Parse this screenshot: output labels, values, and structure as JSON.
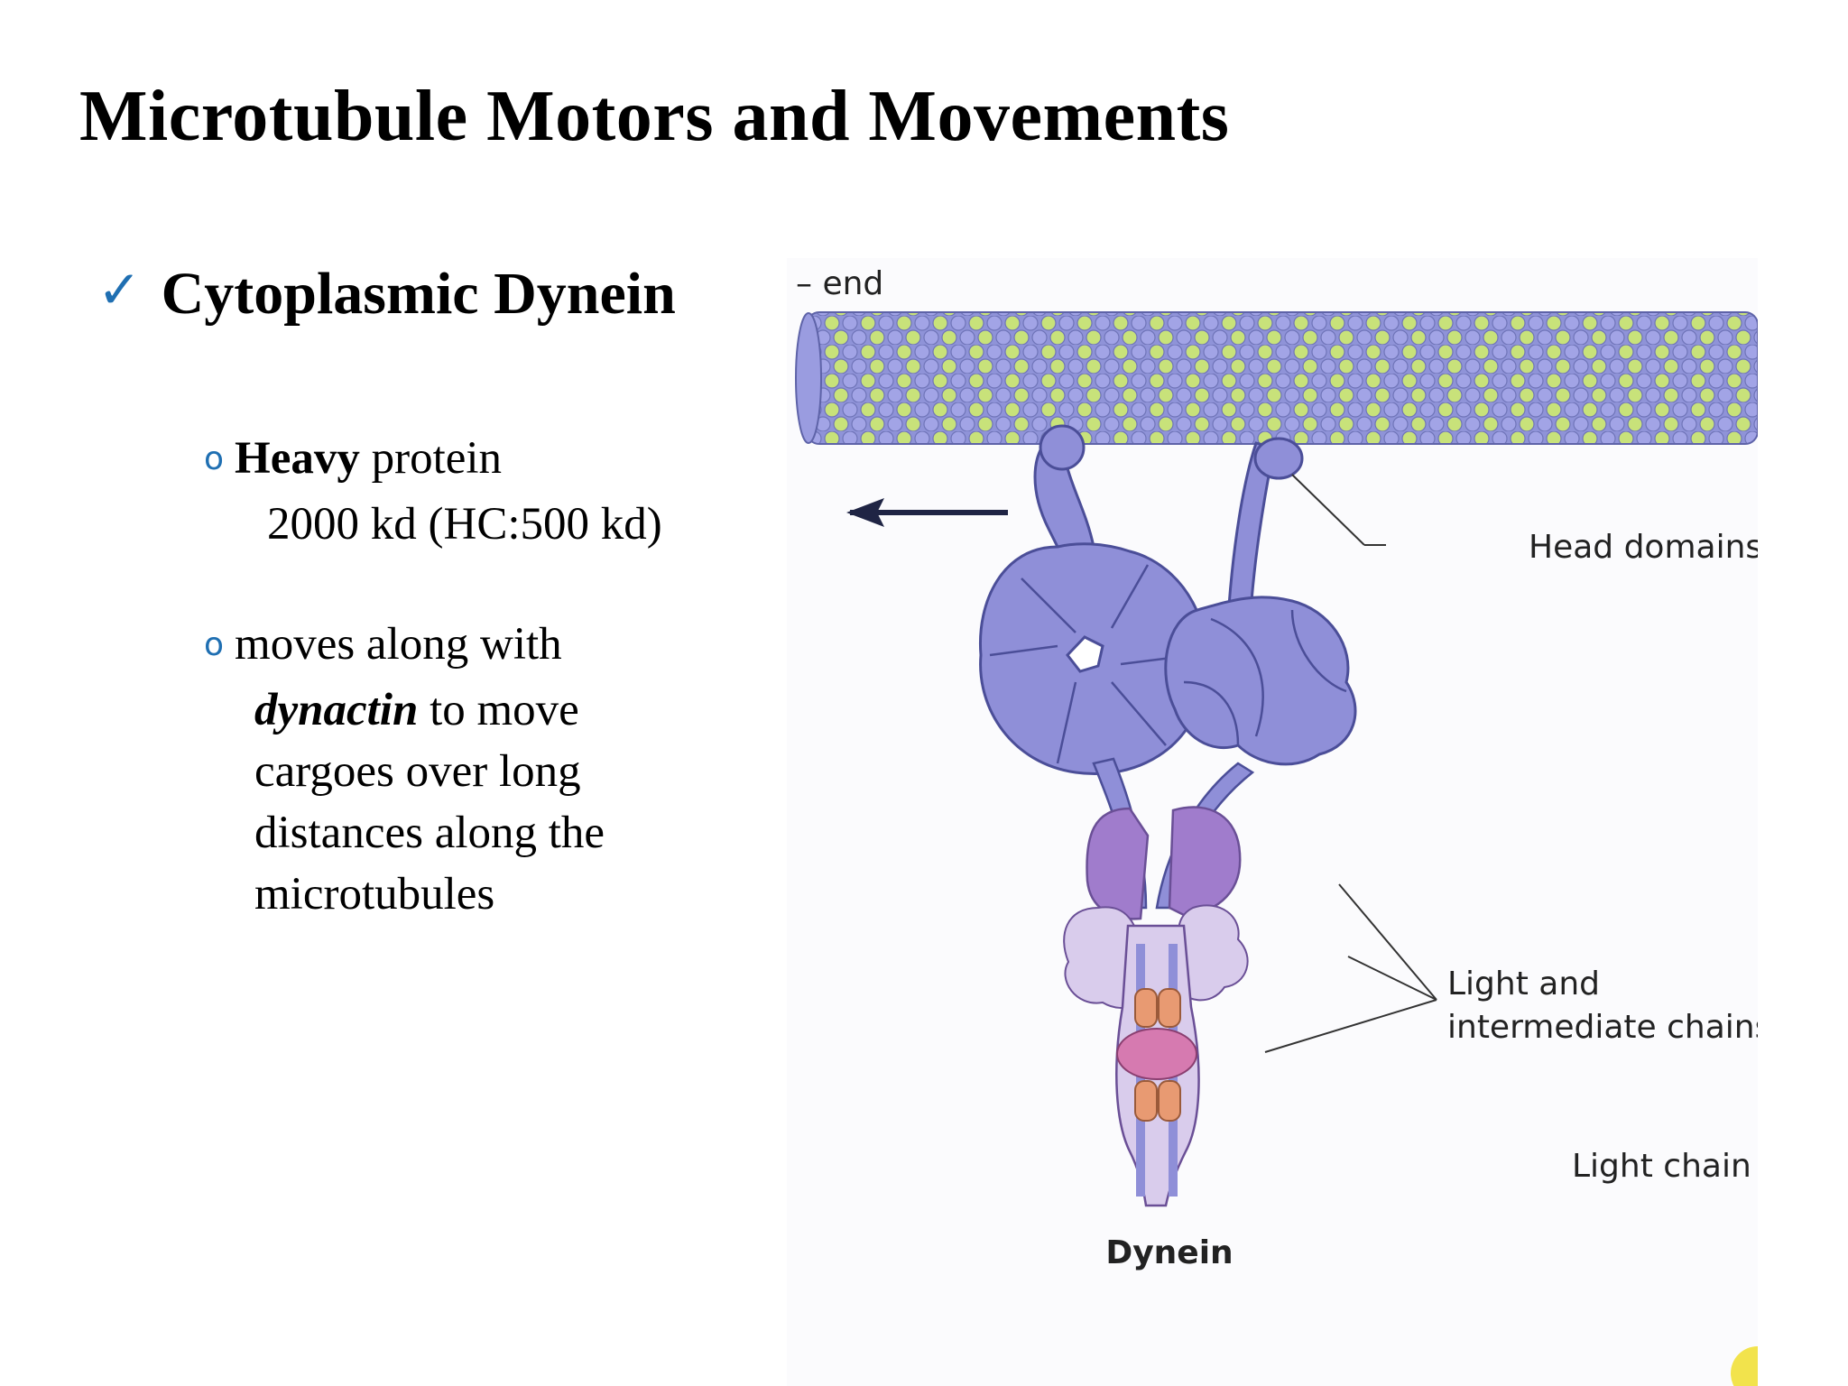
{
  "slide": {
    "title": "Microtubule Motors and Movements",
    "bullet": {
      "check_icon": "✓",
      "heading": "Cytoplasmic Dynein"
    },
    "subbullets": [
      {
        "marker": "o",
        "bold_word": "Heavy",
        "rest": " protein",
        "line2": "2000 kd (HC:500 kd)"
      },
      {
        "marker": "o",
        "line1": "moves along with",
        "italic_bold_word": "dynactin",
        "line2_rest": " to move",
        "line3": "cargoes over long",
        "line4": "distances along the",
        "line5": "microtubules"
      }
    ]
  },
  "figure": {
    "labels": {
      "minus_end": "– end",
      "head_domains": "Head domains",
      "light_intermediate_1": "Light and",
      "light_intermediate_2": "intermediate chains",
      "light_chain": "Light chain",
      "dynein": "Dynein"
    },
    "colors": {
      "tubulin_green": "#c8e27a",
      "tubulin_blue": "#9a9ce0",
      "heavy_chain": "#8f8fd8",
      "intermediate_purple": "#a07ccc",
      "light_lilac": "#d9ccec",
      "light_chain_orange": "#e89a72",
      "light_chain_pink": "#d67ab0"
    }
  }
}
